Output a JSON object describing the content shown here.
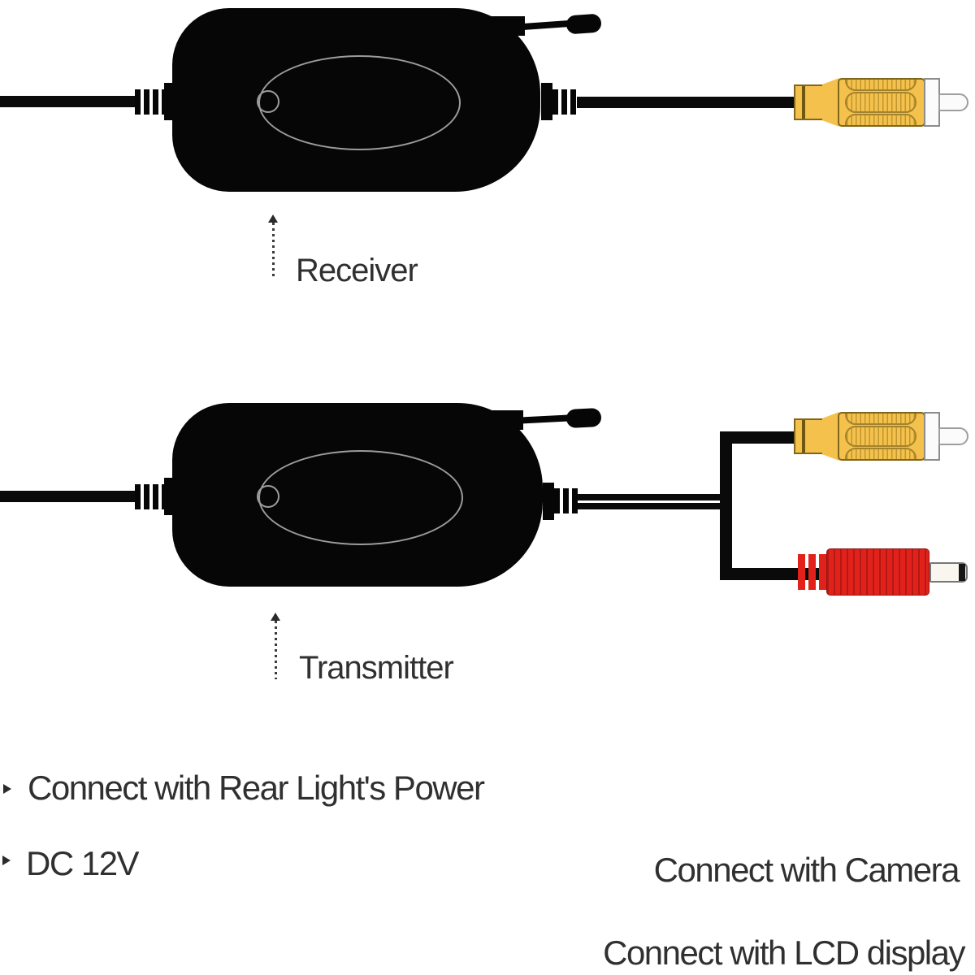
{
  "diagram": {
    "receiver": {
      "label": "Receiver"
    },
    "transmitter": {
      "label": "Transmitter"
    },
    "notes": {
      "rear_light_power": "Connect with Rear Light's Power",
      "dc_voltage": "DC 12V",
      "camera": "Connect with Camera",
      "lcd_display": "Connect with LCD display"
    },
    "icons": {
      "receiver_antenna": "antenna-icon",
      "transmitter_antenna": "antenna-icon",
      "pointer_arrow": "dotted-up-arrow-icon",
      "note_bullet": "right-triangle-bullet-icon"
    }
  },
  "colors": {
    "background": "#FFFFFF",
    "device_black": "#060606",
    "cable_black": "#0A0A0A",
    "yellow": "#F4C24C",
    "yellow_dark": "#80651D",
    "yellow_ring": "#6E570F",
    "yellow_hatch_border": "#A5822C",
    "red": "#E3211B",
    "red_dark": "#8F1510",
    "white_part": "#FBFBFB",
    "part_outline": "#8C8C8C",
    "ellipse_outline": "#9C9C9C",
    "text": "#303030"
  }
}
